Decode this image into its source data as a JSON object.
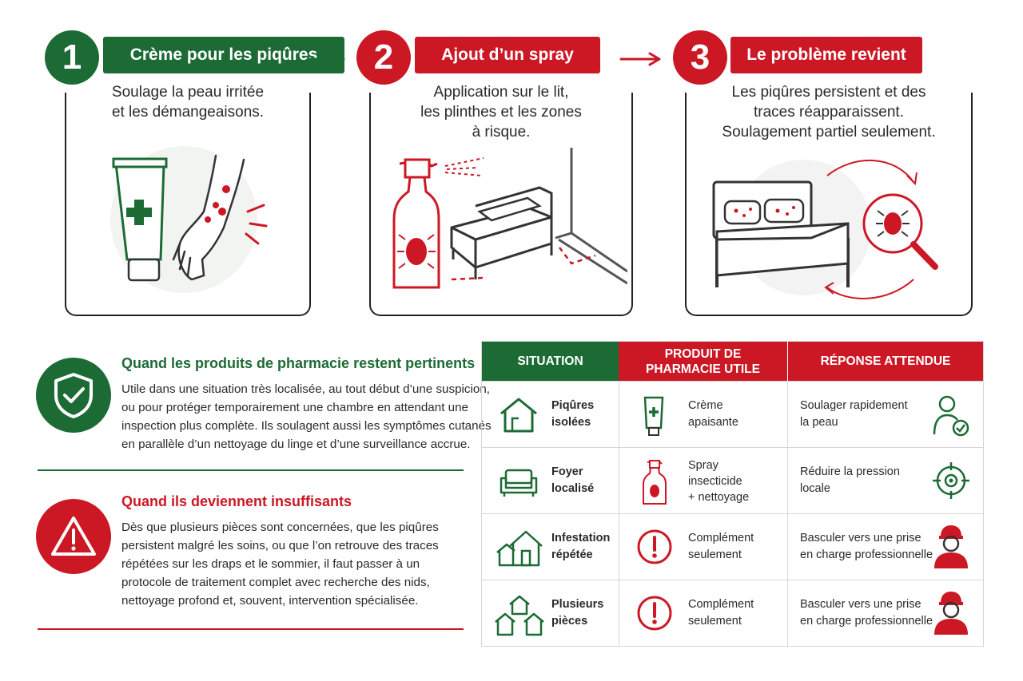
{
  "steps": [
    {
      "number": "1",
      "title": "Crème pour les piqûres",
      "desc1": "Soulage la peau irritée",
      "desc2": "et les démangeaisons.",
      "desc3": ""
    },
    {
      "number": "2",
      "title": "Ajout d’un spray",
      "desc1": "Application sur le lit,",
      "desc2": "les plinthes et les zones",
      "desc3": "à risque."
    },
    {
      "number": "3",
      "title": "Le problème revient",
      "desc1": "Les piqûres persistent et des",
      "desc2": "traces réapparaissent.",
      "desc3": "Soulagement partiel seulement."
    }
  ],
  "panels": {
    "pertinent": {
      "title": "Quand les produits de pharmacie restent pertinents",
      "lines": [
        "Utile dans une situation très localisée, au tout début d’une suspicion,",
        "ou pour protéger temporairement une chambre en attendant une",
        "inspection plus complète. Ils soulagent aussi les symptômes cutanés",
        "en parallèle d’un nettoyage du linge et d’une surveillance accrue."
      ]
    },
    "insuffisant": {
      "title": "Quand ils deviennent insuffisants",
      "lines": [
        "Dès que plusieurs pièces sont concernées, que les piqûres",
        "persistent malgré les soins, ou que l’on retrouve des traces",
        "répétées sur les draps et le sommier, il faut passer à un",
        "protocole de traitement complet avec recherche des nids,",
        "nettoyage profond et, souvent, intervention spécialisée."
      ]
    }
  },
  "table": {
    "headers": {
      "situation": "SITUATION",
      "produit1": "PRODUIT DE",
      "produit2": "PHARMACIE UTILE",
      "reponse": "RÉPONSE ATTENDUE"
    },
    "rows": [
      {
        "situation1": "Piqûres",
        "situation2": "isolées",
        "produit1": "Crème",
        "produit2": "apaisante",
        "produit3": "",
        "reponse1": "Soulager rapidement",
        "reponse2": "la peau"
      },
      {
        "situation1": "Foyer",
        "situation2": "localisé",
        "produit1": "Spray",
        "produit2": "insecticide",
        "produit3": "+ nettoyage",
        "reponse1": "Réduire la pression",
        "reponse2": "locale"
      },
      {
        "situation1": "Infestation",
        "situation2": "répétée",
        "produit1": "Complément",
        "produit2": "seulement",
        "produit3": "",
        "reponse1": "Basculer vers une prise",
        "reponse2": "en charge professionnelle"
      },
      {
        "situation1": "Plusieurs",
        "situation2": "pièces",
        "produit1": "Complément",
        "produit2": "seulement",
        "produit3": "",
        "reponse1": "Basculer vers une prise",
        "reponse2": "en charge professionnelle"
      }
    ]
  },
  "colors": {
    "green": "#1c6b35",
    "red": "#cc1825"
  }
}
